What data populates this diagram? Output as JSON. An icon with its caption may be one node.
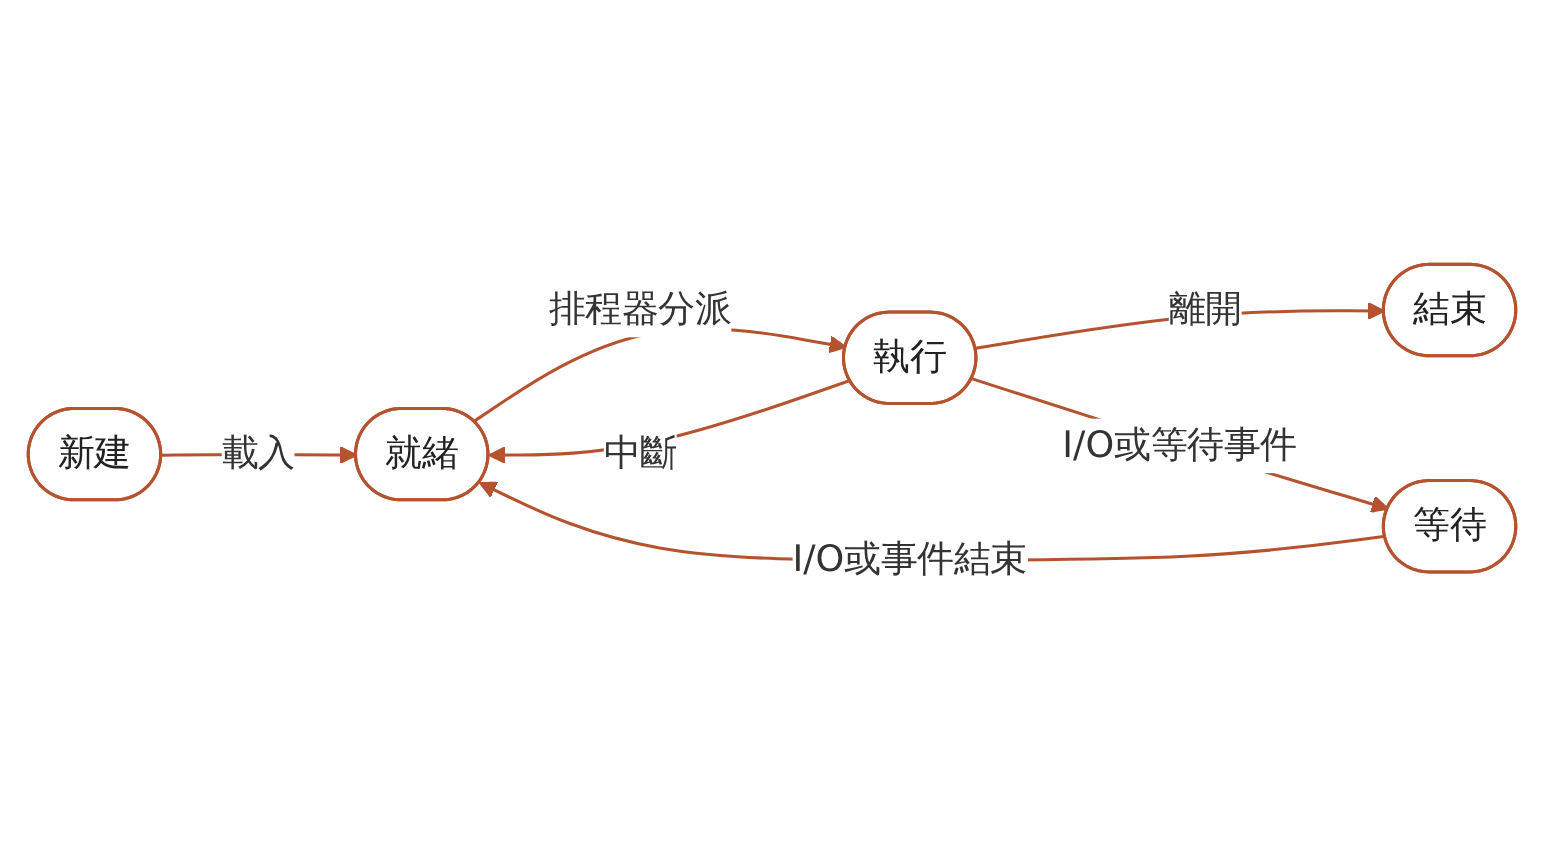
{
  "diagram": {
    "nodes": [
      {
        "text": [
          "新建"
        ]
      },
      {
        "text": [
          "結束"
        ]
      },
      {
        "text": [
          "就緒"
        ]
      },
      {
        "text": [
          "執行"
        ]
      },
      {
        "text": [
          "等待"
        ]
      }
    ],
    "edges": [
      {
        "from": 0,
        "to": 2,
        "arrow": "to",
        "label": "載入"
      },
      {
        "from": 3,
        "to": 2,
        "arrow": "to",
        "label": "中斷"
      },
      {
        "from": 2,
        "to": 3,
        "arrow": "to",
        "label": "排程器分派"
      },
      {
        "from": 3,
        "to": 1,
        "arrow": "to",
        "label": "離開"
      },
      {
        "from": 3,
        "to": 4,
        "arrow": "to",
        "label": "I/O或等待事件"
      },
      {
        "from": 4,
        "to": 2,
        "arrow": "to",
        "label": "I/O或事件結束"
      }
    ]
  }
}
